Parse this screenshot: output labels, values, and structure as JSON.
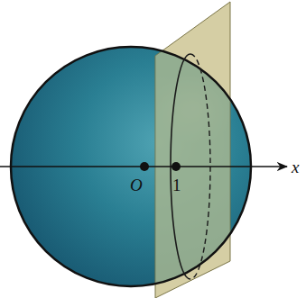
{
  "diagram": {
    "labels": [
      "O",
      "1",
      "x"
    ]
  }
}
